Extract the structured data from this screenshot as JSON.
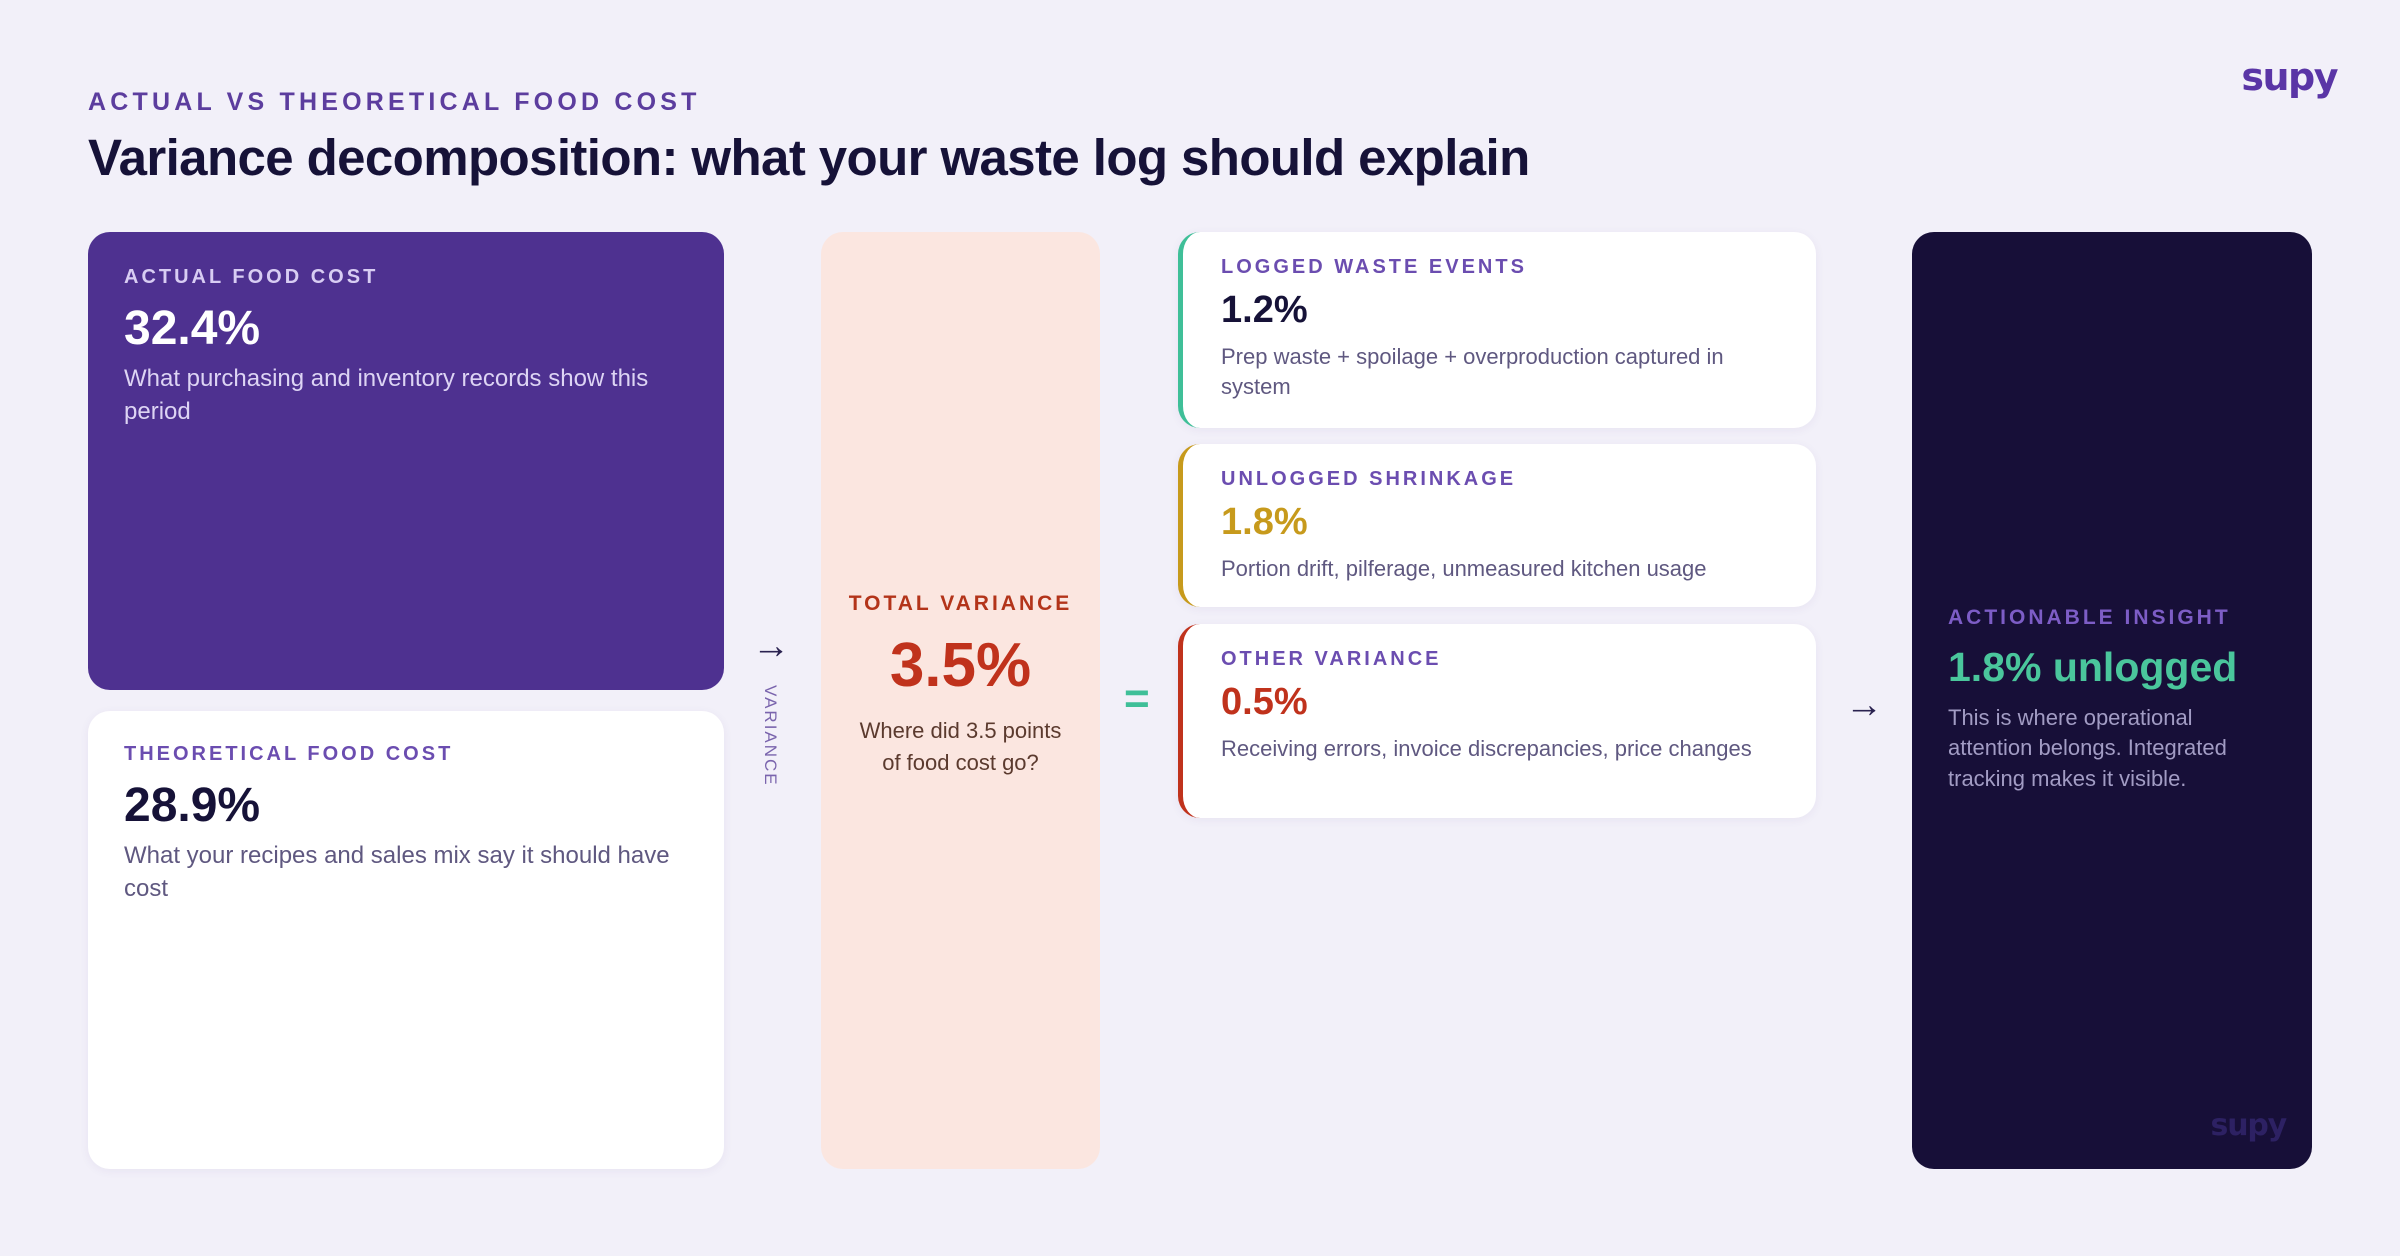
{
  "brand": {
    "logo": "supy"
  },
  "header": {
    "eyebrow": "ACTUAL VS THEORETICAL FOOD COST",
    "title": "Variance decomposition: what your waste log should explain"
  },
  "actual": {
    "label": "ACTUAL FOOD COST",
    "value": "32.4%",
    "description": "What purchasing and inventory records show this period"
  },
  "theoretical": {
    "label": "THEORETICAL FOOD COST",
    "value": "28.9%",
    "description": "What your recipes and sales mix say it should have cost"
  },
  "connector": {
    "arrow": "→",
    "label": "VARIANCE",
    "equals": "="
  },
  "total": {
    "label": "TOTAL VARIANCE",
    "value": "3.5%",
    "description": "Where did 3.5 points of food cost go?"
  },
  "breakdown": [
    {
      "label": "LOGGED WASTE EVENTS",
      "value": "1.2%",
      "description": "Prep waste + spoilage + overproduction captured in system",
      "accent": "#3fbf98"
    },
    {
      "label": "UNLOGGED SHRINKAGE",
      "value": "1.8%",
      "description": "Portion drift, pilferage, unmeasured kitchen usage",
      "accent": "#c79a1c"
    },
    {
      "label": "OTHER VARIANCE",
      "value": "0.5%",
      "description": "Receiving errors, invoice discrepancies, price changes",
      "accent": "#c0321c"
    }
  ],
  "insight": {
    "label": "ACTIONABLE INSIGHT",
    "value": "1.8% unlogged",
    "description": "This is where operational attention belongs. Integrated tracking makes it visible."
  }
}
